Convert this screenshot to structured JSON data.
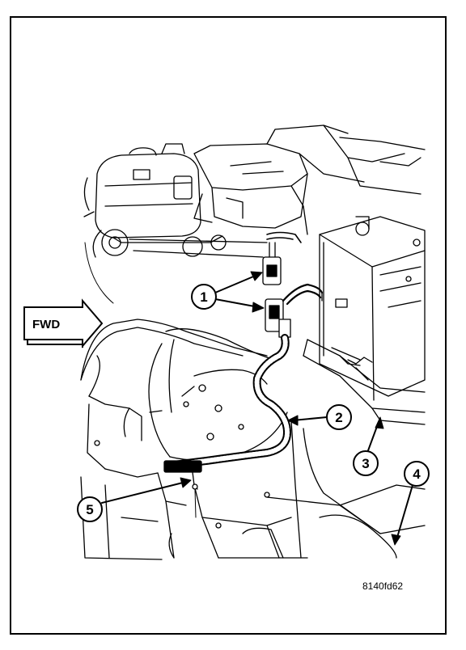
{
  "figure": {
    "id_label": "8140fd62",
    "fwd_label": "FWD"
  },
  "callouts": [
    {
      "number": "1"
    },
    {
      "number": "2"
    },
    {
      "number": "3"
    },
    {
      "number": "4"
    },
    {
      "number": "5"
    }
  ]
}
